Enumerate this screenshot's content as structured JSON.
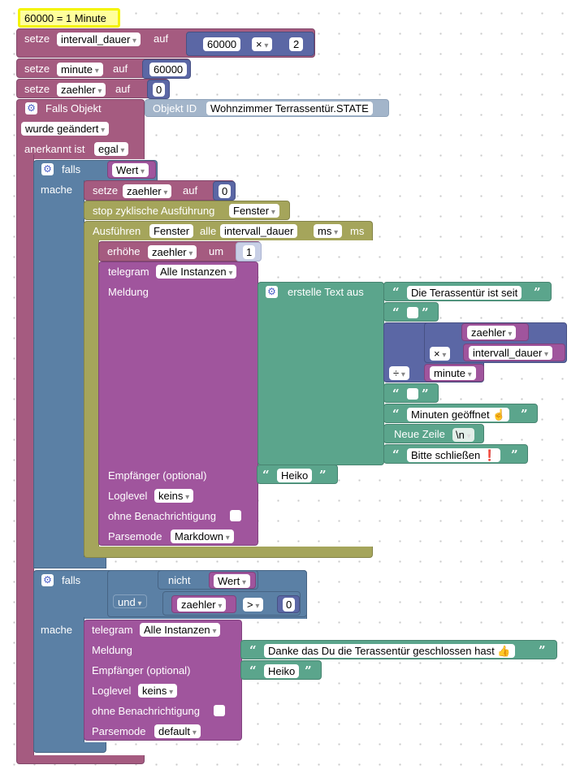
{
  "comment": "60000 = 1 Minute",
  "set_intervall": {
    "label": "setze",
    "var": "intervall_dauer",
    "to": "auf",
    "a": "60000",
    "op": "×",
    "b": "2"
  },
  "set_minute": {
    "label": "setze",
    "var": "minute",
    "to": "auf",
    "value": "60000"
  },
  "set_zaehler": {
    "label": "setze",
    "var": "zaehler",
    "to": "auf",
    "value": "0"
  },
  "trigger": {
    "label": "Falls Objekt",
    "objid_label": "Objekt ID",
    "objid": "Wohnzimmer Terrassentür.STATE",
    "changed": "wurde geändert",
    "ack_label": "anerkannt ist",
    "ack": "egal"
  },
  "if1": {
    "falls": "falls",
    "cond": "Wert",
    "mache": "mache"
  },
  "if1_body": {
    "set_label": "setze",
    "set_var": "zaehler",
    "set_to": "auf",
    "set_value": "0",
    "stop": "stop zyklische Ausführung",
    "stop_name": "Fenster",
    "exec": "Ausführen",
    "exec_name": "Fenster",
    "exec_every": "alle",
    "exec_var": "intervall_dauer",
    "exec_unit": "ms",
    "exec_ms": "ms",
    "inc": "erhöhe",
    "inc_var": "zaehler",
    "inc_by": "um",
    "inc_value": "1"
  },
  "tg1": {
    "label": "telegram",
    "instance": "Alle Instanzen",
    "meldung": "Meldung",
    "empf": "Empfänger (optional)",
    "empf_value": "Heiko",
    "loglevel": "Loglevel",
    "loglevel_value": "keins",
    "ohne": "ohne Benachrichtigung",
    "parse": "Parsemode",
    "parse_value": "Markdown"
  },
  "text_join": {
    "label": "erstelle Text aus",
    "t1": "Die Terassentür ist seit",
    "mul_var": "zaehler",
    "mul_op": "×",
    "mul_var2": "intervall_dauer",
    "div_op": "÷",
    "div_var": "minute",
    "t_min": "Minuten geöffnet ☝",
    "newline": "Neue Zeile",
    "newline_value": "\\n",
    "t_close": "Bitte schließen ❗"
  },
  "if2": {
    "falls": "falls",
    "nicht": "nicht",
    "wert": "Wert",
    "und": "und",
    "cmp_var": "zaehler",
    "cmp_op": ">",
    "cmp_value": "0",
    "mache": "mache"
  },
  "tg2": {
    "label": "telegram",
    "instance": "Alle Instanzen",
    "meldung": "Meldung",
    "msg": "Danke das Du die Terassentür geschlossen hast 👍",
    "empf": "Empfänger (optional)",
    "empf_value": "Heiko",
    "loglevel": "Loglevel",
    "loglevel_value": "keins",
    "ohne": "ohne Benachrichtigung",
    "parse": "Parsemode",
    "parse_value": "default"
  }
}
